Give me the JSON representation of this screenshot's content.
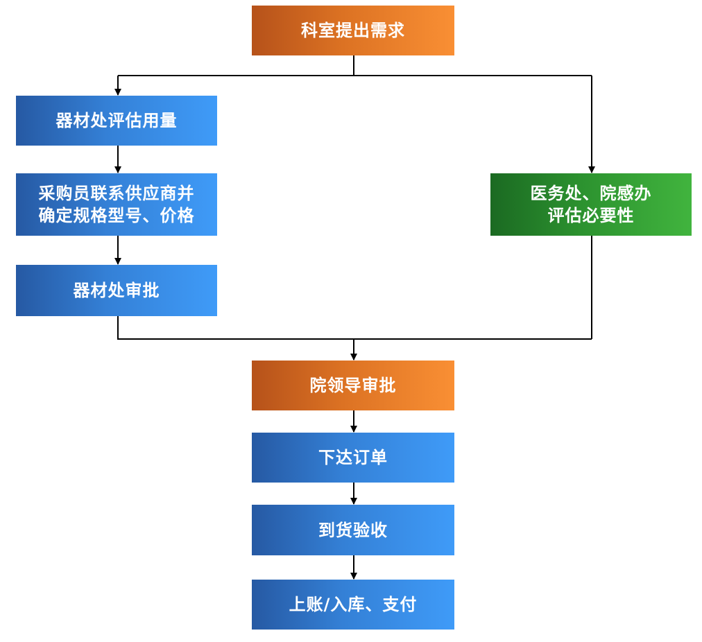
{
  "colors": {
    "orange": "#e57a2a",
    "blue": "#3a8ae6",
    "green": "#2f9a34",
    "line": "#000000"
  },
  "nodes": {
    "request": "科室提出需求",
    "equip_evaluate": "器材处评估用量",
    "purchaser_contact": [
      "采购员联系供应商并",
      "确定规格型号、价格"
    ],
    "equip_approve": "器材处审批",
    "medical_evaluate": [
      "医务处、院感办",
      "评估必要性"
    ],
    "leader_approve": "院领导审批",
    "issue_order": "下达订单",
    "arrival_check": "到货验收",
    "account_pay": "上账/入库、支付"
  }
}
